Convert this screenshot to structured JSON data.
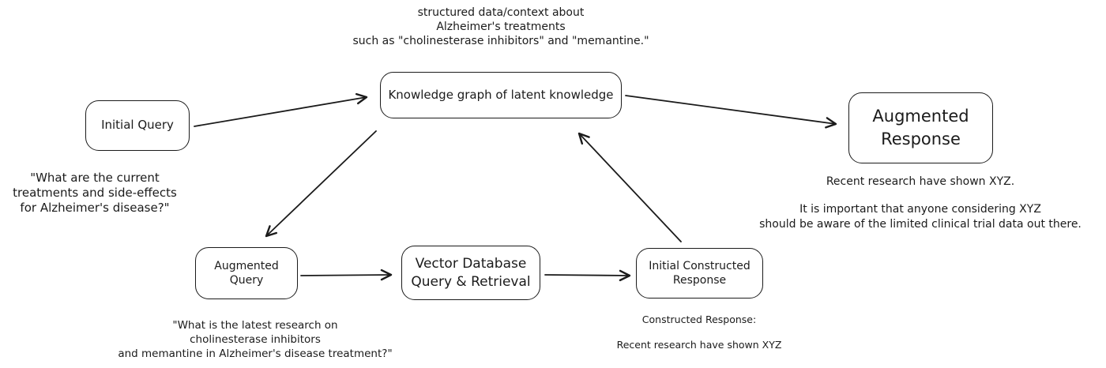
{
  "nodes": {
    "initial_query": {
      "label": "Initial Query"
    },
    "knowledge_graph": {
      "label": "Knowledge graph of latent knowledge"
    },
    "augmented_response": {
      "lines": [
        "Augmented",
        "Response"
      ]
    },
    "augmented_query": {
      "lines": [
        "Augmented",
        "Query"
      ]
    },
    "vector_database": {
      "lines": [
        "Vector Database",
        "Query & Retrieval"
      ]
    },
    "initial_constructed_response": {
      "lines": [
        "Initial Constructed",
        "Response"
      ]
    }
  },
  "annotations": {
    "knowledge_graph_note": {
      "lines": [
        "structured data/context about",
        "Alzheimer's treatments",
        "such as \"cholinesterase inhibitors\" and \"memantine.\""
      ]
    },
    "initial_query_note": {
      "lines": [
        "\"What are the current",
        "treatments and side-effects",
        "for Alzheimer's disease?\""
      ]
    },
    "augmented_response_note": {
      "para1": "Recent research have shown XYZ.",
      "para2_lines": [
        "It is important that anyone considering XYZ",
        "should be aware of the limited clinical trial data out there."
      ]
    },
    "augmented_query_note": {
      "lines": [
        "\"What is the latest research on",
        "cholinesterase inhibitors",
        "and memantine in Alzheimer's disease treatment?\""
      ]
    },
    "constructed_response_note": {
      "lines": [
        "Constructed Response:",
        "Recent research have shown XYZ"
      ]
    }
  },
  "colors": {
    "stroke": "#1b1b1b",
    "background": "#ffffff"
  }
}
